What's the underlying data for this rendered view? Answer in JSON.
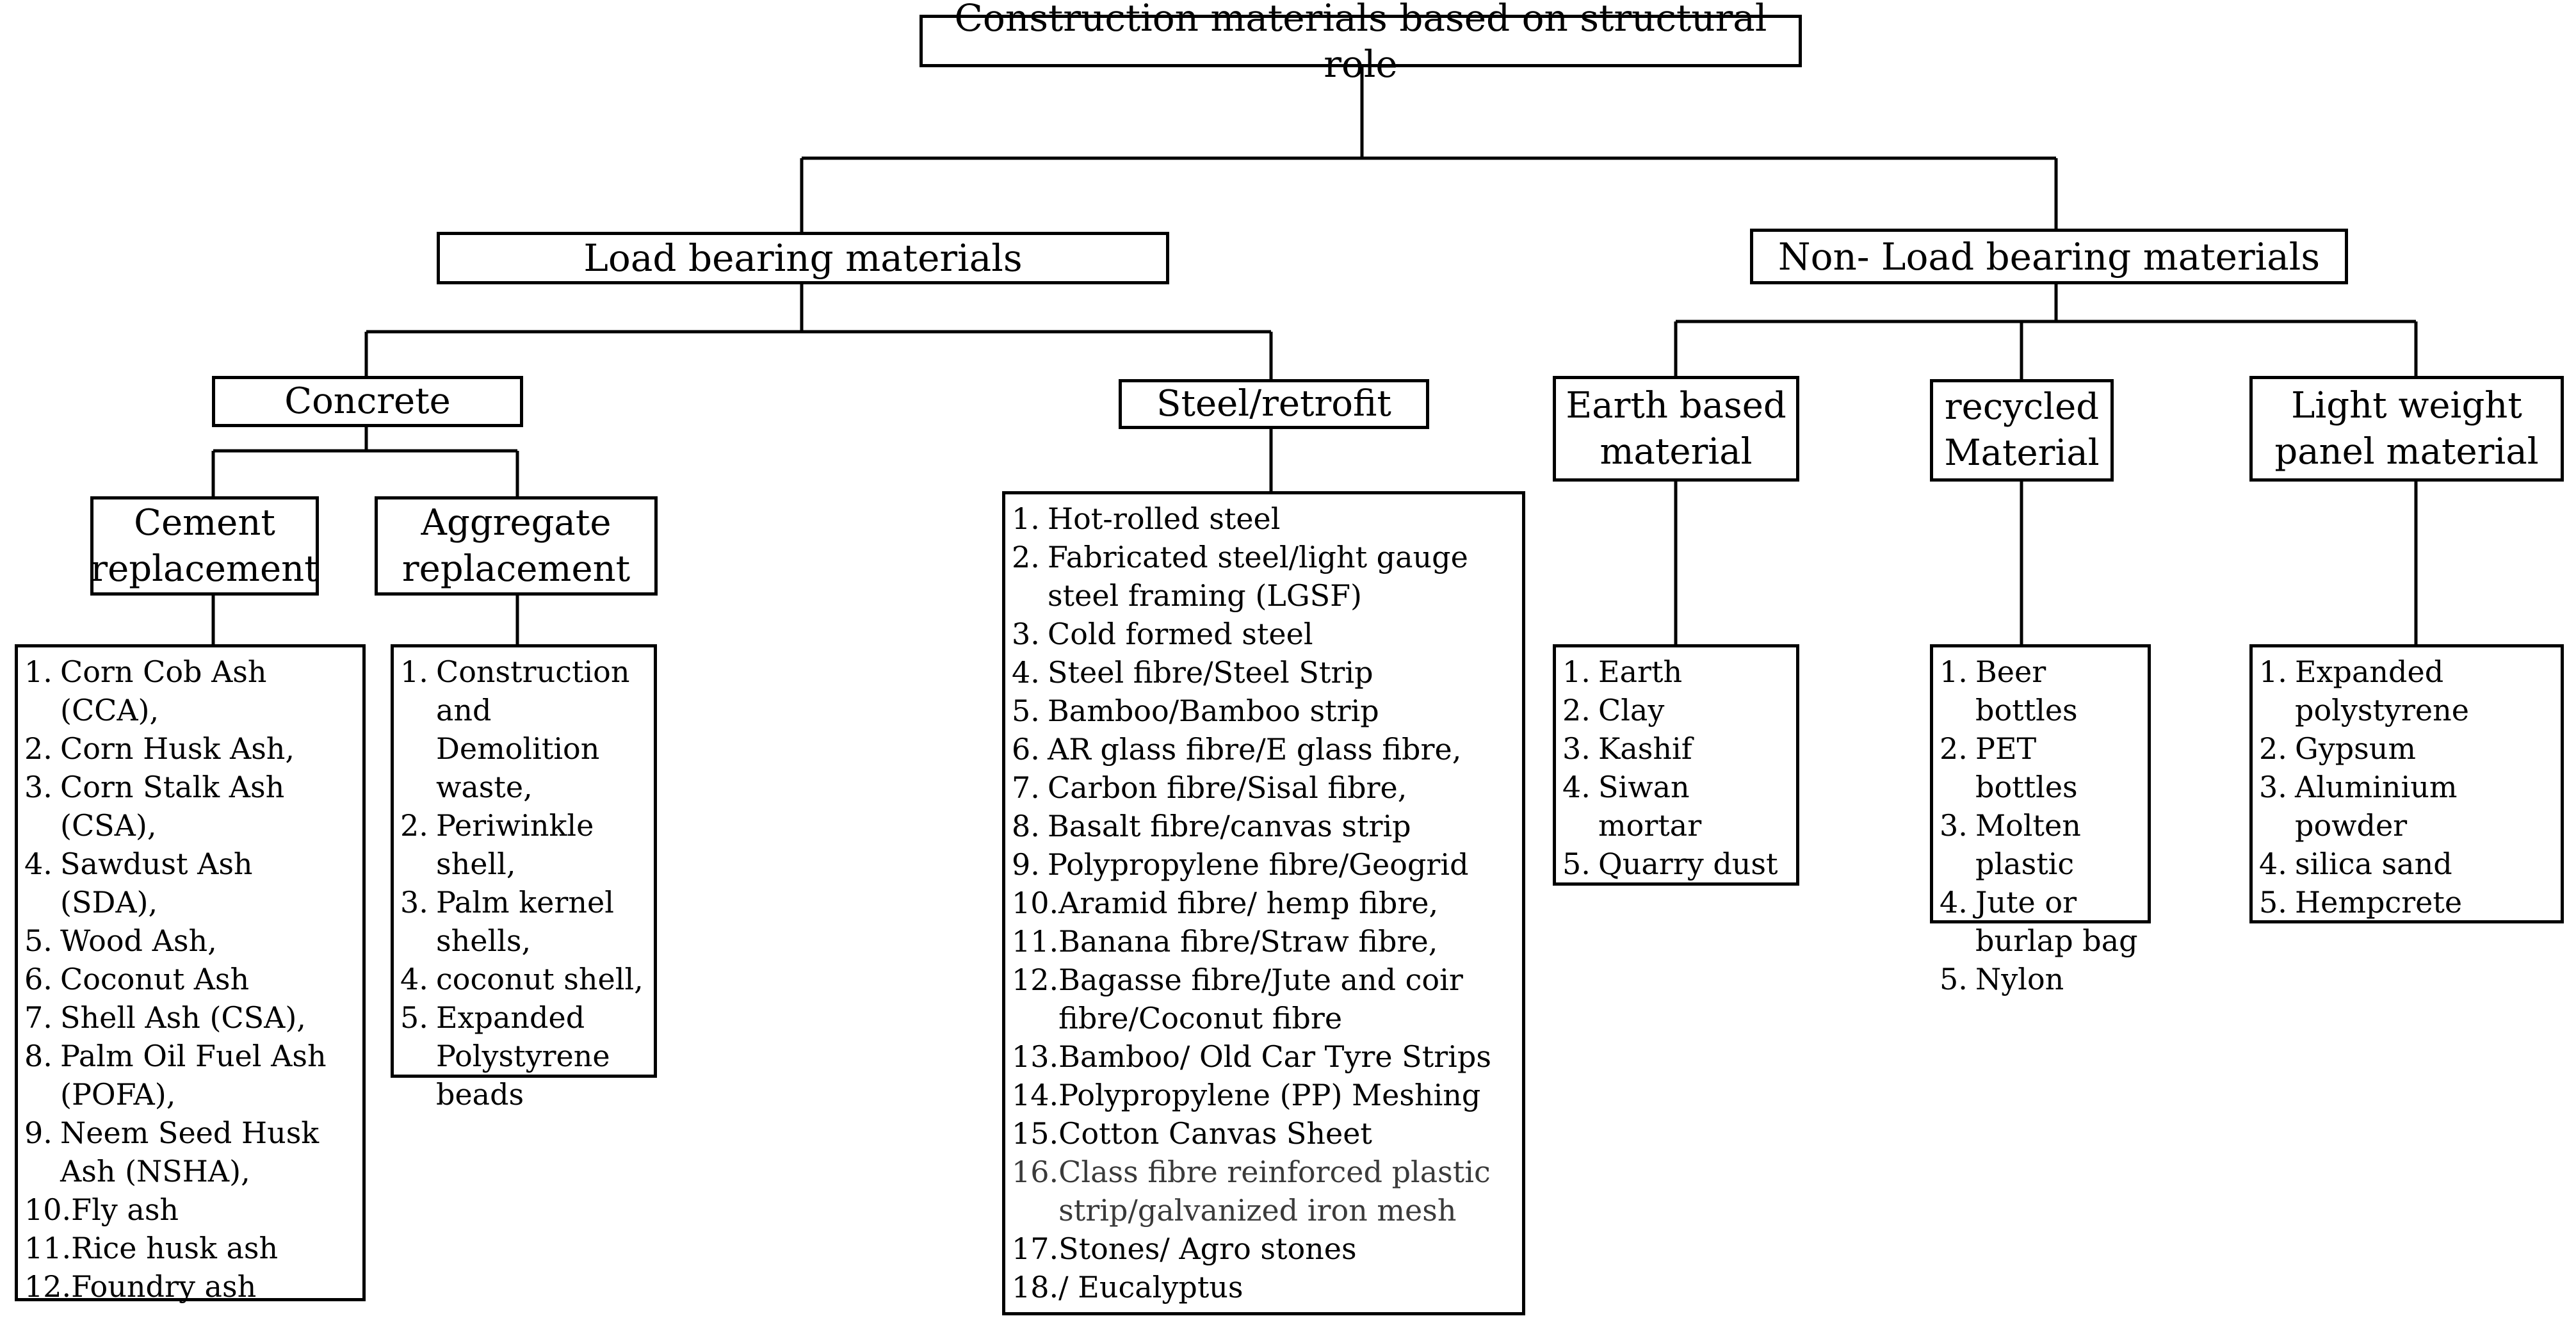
{
  "root": {
    "title": "Construction materials based on structural role"
  },
  "load_bearing": {
    "title": "Load bearing materials",
    "concrete": {
      "title": "Concrete",
      "cement_replacement": {
        "title": "Cement replacement",
        "items": [
          "1. Corn Cob Ash (CCA),",
          "2. Corn Husk Ash,",
          "3. Corn Stalk Ash (CSA),",
          "4. Sawdust Ash (SDA),",
          "5. Wood Ash,",
          "6.  Coconut Ash",
          "7. Shell Ash (CSA),",
          "8. Palm Oil Fuel Ash (POFA),",
          "9. Neem Seed Husk Ash (NSHA),",
          "10. Fly ash",
          "11.Rice husk ash",
          "12.Foundry ash"
        ]
      },
      "aggregate_replacement": {
        "title": "Aggregate replacement",
        "items": [
          "1. Construction and Demolition waste,",
          "2. Periwinkle shell,",
          "3. Palm kernel shells,",
          "4. coconut shell,",
          "5. Expanded Polystyrene beads"
        ]
      }
    },
    "steel_retrofit": {
      "title": "Steel/retrofit",
      "items": [
        "1. Hot-rolled steel",
        "2. Fabricated steel/light gauge steel framing (LGSF)",
        "3. Cold formed steel",
        "4. Steel fibre/Steel Strip",
        "5. Bamboo/Bamboo strip",
        "6.  AR glass fibre/E glass fibre,",
        "7. Carbon fibre/Sisal fibre,",
        "8. Basalt fibre/canvas strip",
        "9. Polypropylene fibre/Geogrid",
        "10.Aramid fibre/ hemp fibre,",
        "11.Banana fibre/Straw fibre,",
        "12.Bagasse fibre/Jute and coir fibre/Coconut fibre",
        "13.Bamboo/ Old Car Tyre Strips",
        "14.Polypropylene (PP) Meshing",
        "15.Cotton Canvas Sheet",
        "16.Class fibre reinforced plastic strip/galvanized iron mesh",
        "17.Stones/ Agro stones",
        "18./ Eucalyptus"
      ]
    }
  },
  "non_load_bearing": {
    "title": "Non- Load bearing materials",
    "earth_based": {
      "title": "Earth based material",
      "items": [
        "1. Earth",
        "2. Clay",
        "3. Kashif",
        "4. Siwan mortar",
        "5. Quarry dust"
      ]
    },
    "recycled": {
      "title": "recycled Material",
      "items": [
        "1. Beer bottles",
        "2. PET bottles",
        "3. Molten plastic",
        "4. Jute or burlap bag",
        "5. Nylon"
      ]
    },
    "light_weight_panel": {
      "title": "Light weight panel material",
      "items": [
        "1. Expanded polystyrene",
        "2. Gypsum",
        "3. Aluminium powder",
        "4. silica sand",
        "5. Hempcrete"
      ]
    }
  }
}
